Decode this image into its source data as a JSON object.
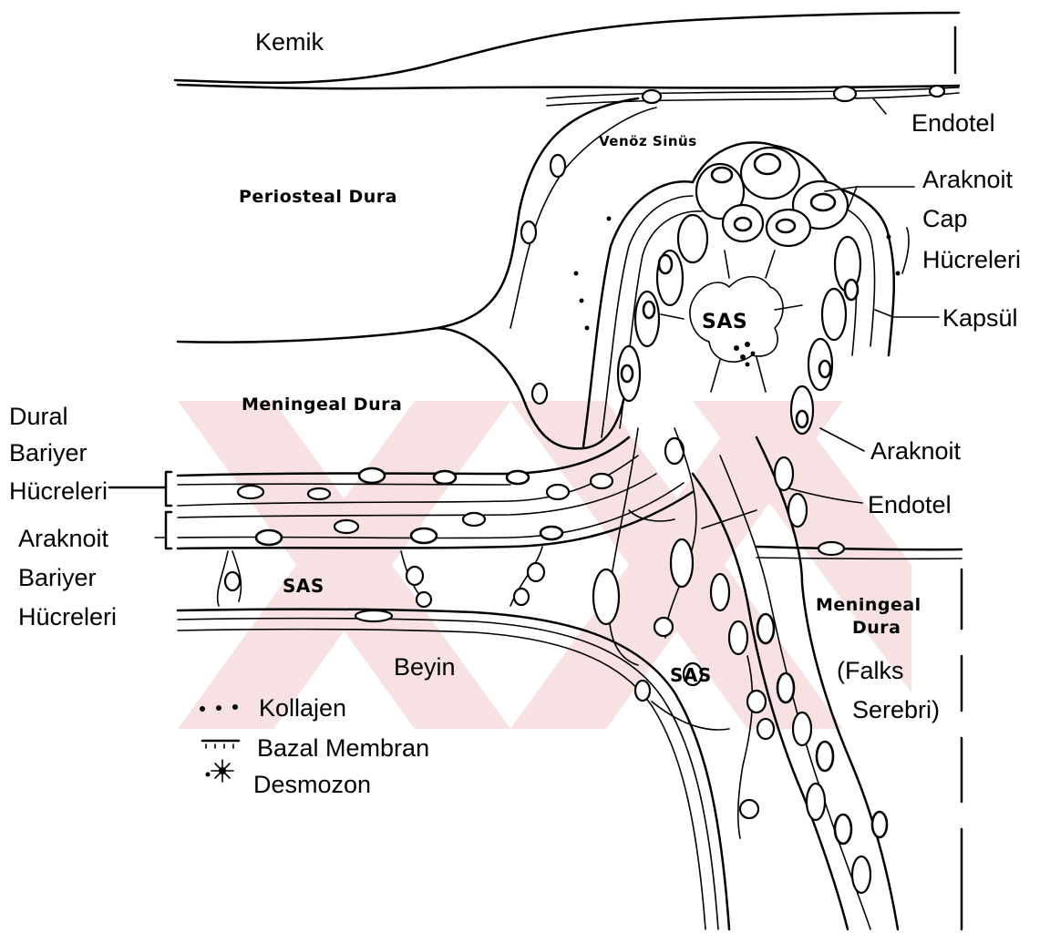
{
  "labels": {
    "kemik": "Kemik",
    "endotel_top": "Endotel",
    "venoz_sinus": "Venöz Sinüs",
    "periosteal_dura": "Periosteal Dura",
    "araknoit_cap_1": "Araknoit",
    "araknoit_cap_2": "Cap",
    "araknoit_cap_3": "Hücreleri",
    "sas_top": "SAS",
    "kapsul": "Kapsül",
    "meningeal_dura_left": "Meningeal Dura",
    "dural_1": "Dural",
    "dural_2": "Bariyer",
    "dural_3": "Hücreleri",
    "araknoit_right": "Araknoit",
    "endotel_right": "Endotel",
    "araknoit_bar_1": "Araknoit",
    "araknoit_bar_2": "Bariyer",
    "araknoit_bar_3": "Hücreleri",
    "sas_left": "SAS",
    "meningeal_dura_right_1": "Meningeal",
    "meningeal_dura_right_2": "Dura",
    "falks_1": "(Falks",
    "falks_2": "Serebri)",
    "beyin": "Beyin",
    "sas_bottom": "SAS"
  },
  "legend": {
    "kollajen": "Kollajen",
    "bazal_membran": "Bazal Membran",
    "desmozon": "Desmozon"
  },
  "colors": {
    "line": "#000000",
    "watermark": "#f2c9cc",
    "background": "#ffffff"
  }
}
